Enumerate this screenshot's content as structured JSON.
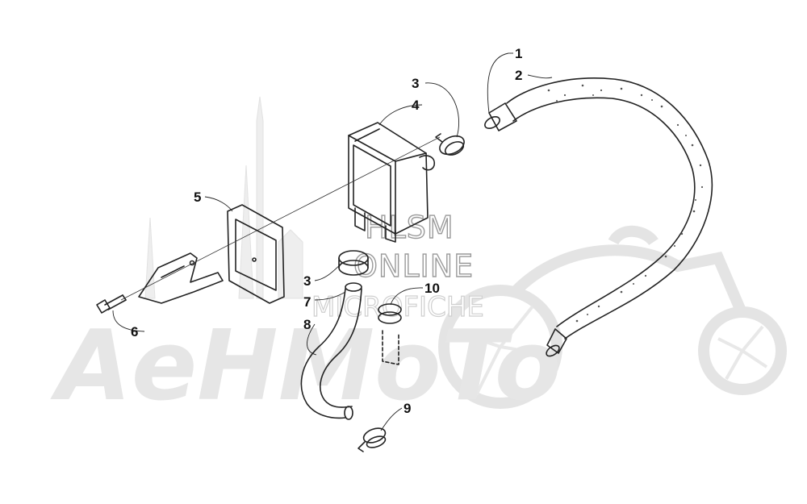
{
  "watermark": {
    "brand": "AeHMoTo",
    "line1": "HLSM",
    "line2": "ONLINE",
    "line3": "MICROFICHE"
  },
  "callouts": {
    "c1": "1",
    "c2": "2",
    "c3a": "3",
    "c3b": "3",
    "c4": "4",
    "c5": "5",
    "c6": "6",
    "c7": "7",
    "c8": "8",
    "c9": "9",
    "c10": "10"
  },
  "colors": {
    "line": "#222222",
    "watermark_light": "#e6e6e6",
    "watermark_outline": "#9a9a9a"
  }
}
